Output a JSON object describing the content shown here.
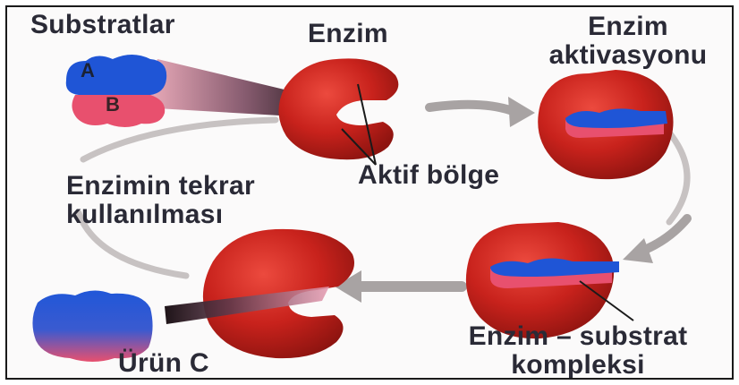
{
  "labels": {
    "substrates": "Substratlar",
    "substrate_a": "A",
    "substrate_b": "B",
    "enzyme": "Enzim",
    "enzyme_activation_line1": "Enzim",
    "enzyme_activation_line2": "aktivasyonu",
    "active_site": "Aktif bölge",
    "reuse_line1": "Enzimin tekrar",
    "reuse_line2": "kullanılması",
    "complex_line1": "Enzim – substrat",
    "complex_line2": "kompleksi",
    "product": "Ürün C"
  },
  "colors": {
    "enzyme_red": "#c8221c",
    "substrate_blue": "#1f55d6",
    "substrate_pink": "#e8506e",
    "arrow_gray": "#a8a3a3",
    "text": "#2a2a36"
  }
}
